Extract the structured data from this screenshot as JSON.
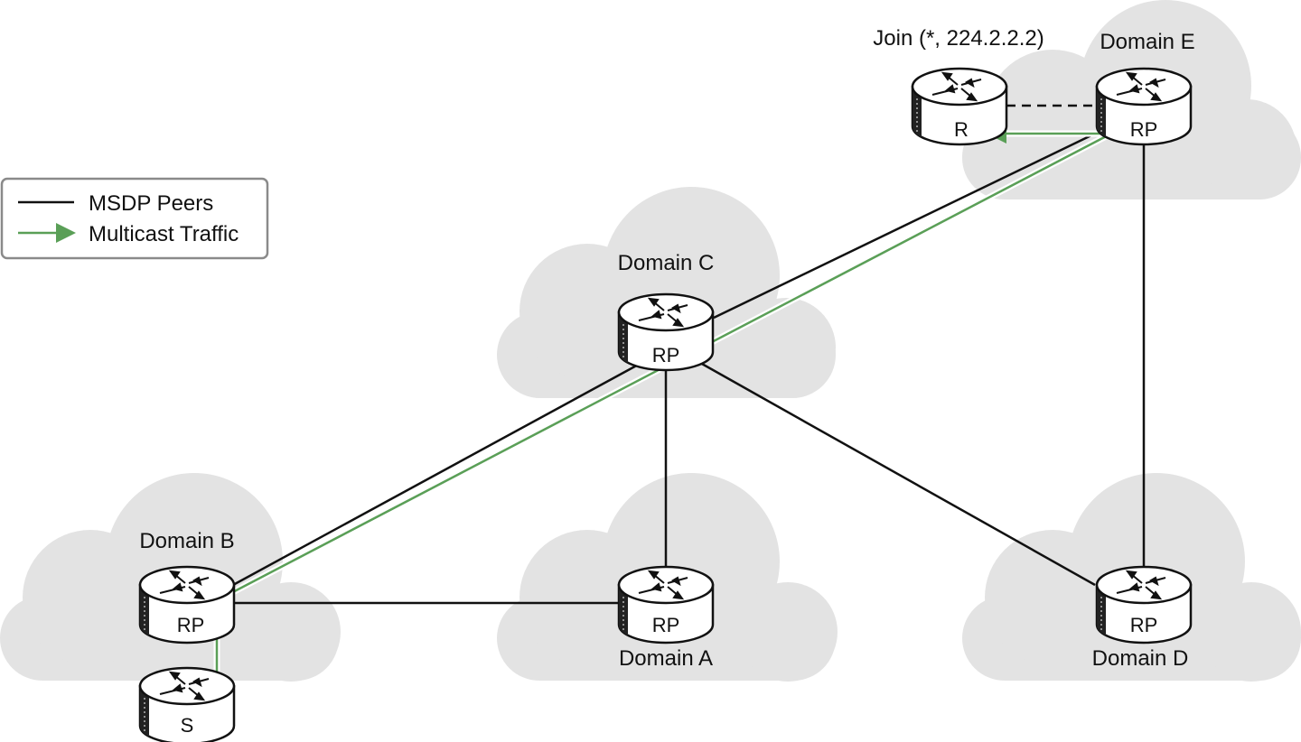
{
  "legend": {
    "msdp_label": "MSDP Peers",
    "traffic_label": "Multicast Traffic"
  },
  "colors": {
    "cloud": "#e3e3e3",
    "msdp": "#111111",
    "traffic": "#5a9f57",
    "legend_border": "#8a8a8a"
  },
  "domains": {
    "a": {
      "name": "Domain A",
      "router": "RP"
    },
    "b": {
      "name": "Domain B",
      "router": "RP"
    },
    "c": {
      "name": "Domain C",
      "router": "RP"
    },
    "d": {
      "name": "Domain D",
      "router": "RP"
    },
    "e": {
      "name": "Domain E",
      "router": "RP"
    }
  },
  "receiver": {
    "label": "R",
    "join": "Join (*, 224.2.2.2)"
  },
  "source": {
    "label": "S"
  }
}
